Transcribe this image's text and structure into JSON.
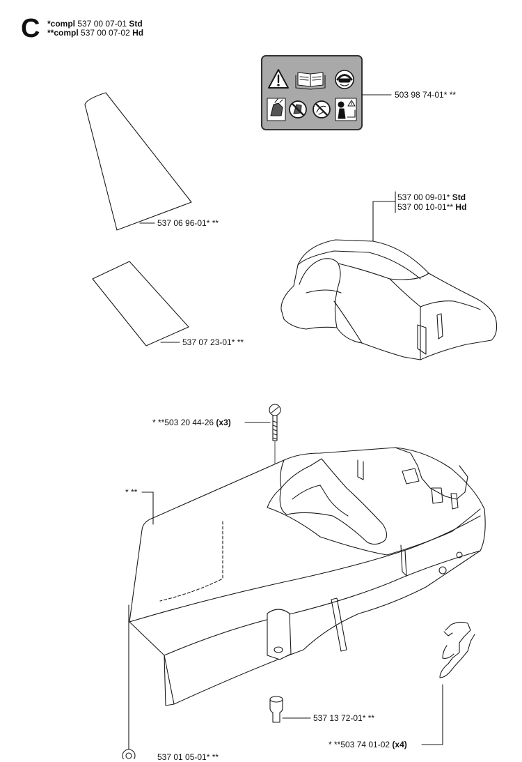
{
  "header": {
    "section": "C",
    "line1": {
      "prefix": "*compl",
      "number": " 537 00 07-01 ",
      "variant": "Std"
    },
    "line2": {
      "prefix": "**compl",
      "number": " 537 00 07-02 ",
      "variant": "Hd"
    }
  },
  "warning_decal": {
    "icons_top": [
      "warning-triangle-icon",
      "manual-book-icon",
      "ear-eye-protection-icon"
    ],
    "icons_bottom": [
      "glove-hand-icon",
      "no-hand-icon",
      "no-debris-icon",
      "operator-distance-icon"
    ],
    "colors": {
      "panel": "#a9a9a9",
      "border": "#333333"
    }
  },
  "callouts": {
    "decal": "503 98 74-01* **",
    "strip": "537 06 96-01* **",
    "pad": "537 07 23-01* **",
    "cover_std": {
      "number": "537 00 09-01*",
      "variant": "Std"
    },
    "cover_hd": {
      "number": "537 00 10-01**",
      "variant": "Hd"
    },
    "screw_top": {
      "number": "* **503 20 44-26",
      "qty": "(x3)"
    },
    "housing": "* **",
    "sleeve": "537 13 72-01* **",
    "clip": {
      "number": "* **503 74 01-02",
      "qty": "(x4)"
    },
    "washer": "537 01 05-01* **"
  }
}
